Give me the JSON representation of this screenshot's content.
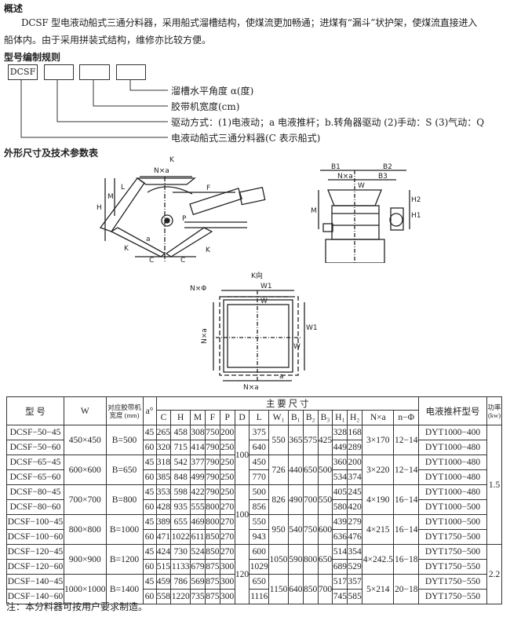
{
  "overview": {
    "heading": "概述",
    "text_line1": "DCSF 型电液动船式三通分料器，采用船式溜槽结构，使煤流更加畅通；进煤有“漏斗”状护架，使煤流直接进入",
    "text_line2": "船体内。由于采用拼装式结构，维修亦比较方便。"
  },
  "model_rule": {
    "heading": "型号编制规则",
    "box1": "DCSF",
    "legend": [
      "溜槽水平角度 α(度)",
      "胶带机宽度(cm)",
      "驱动方式：(1)电液动；a 电液推杆；b.转角器驱动 (2)手动：S (3)气动：Q",
      "电液动船式三通分料器(C 表示船式)"
    ]
  },
  "dimensions": {
    "heading": "外形尺寸及技术参数表",
    "front_labels": [
      "K",
      "N×a",
      "H",
      "M",
      "L",
      "F",
      "P",
      "a",
      "C",
      "C",
      "K",
      "K"
    ],
    "side_labels": [
      "B1",
      "B2",
      "B3",
      "N×a",
      "W",
      "M",
      "H2",
      "H1"
    ],
    "k_view": {
      "title": "K向",
      "labels": [
        "N×Φ",
        "W1",
        "W",
        "N×a",
        "N×a",
        "W",
        "W1",
        "a"
      ]
    }
  },
  "table": {
    "headers": {
      "model": "型  号",
      "w": "W",
      "belt": "对应胶带机宽度 (mm)",
      "angle": "a°",
      "main": "主    要    尺    寸",
      "push_rod": "电液推杆型号",
      "power": "功率(kw)",
      "dims": [
        "C",
        "H",
        "M",
        "F",
        "P",
        "D",
        "L",
        "W₁",
        "B₁",
        "B₂",
        "B₃",
        "H₁",
        "H₂",
        "N×a",
        "n−Φ"
      ]
    },
    "groups": [
      {
        "w": "450×450",
        "belt": "B=500",
        "W1": "550",
        "B1": "365",
        "B2": "575",
        "B3": "425",
        "Na": "3×170",
        "nphi": "12−14",
        "rows": [
          {
            "model": "DCSF−50−45",
            "a": "45",
            "C": "265",
            "H": "458",
            "M": "308",
            "F": "750",
            "P": "200",
            "L": "375",
            "H1": "328",
            "H2": "168",
            "rod": "DYT1000−400"
          },
          {
            "model": "DCSF−50−60",
            "a": "60",
            "C": "320",
            "H": "715",
            "M": "414",
            "F": "790",
            "P": "250",
            "L": "640",
            "H1": "449",
            "H2": "289",
            "rod": "DYT1000−480"
          }
        ]
      },
      {
        "w": "600×600",
        "belt": "B=650",
        "W1": "726",
        "B1": "440",
        "B2": "650",
        "B3": "500",
        "Na": "3×220",
        "nphi": "12−14",
        "rows": [
          {
            "model": "DCSF−65−45",
            "a": "45",
            "C": "318",
            "H": "542",
            "M": "377",
            "F": "790",
            "P": "250",
            "L": "450",
            "H1": "360",
            "H2": "200",
            "rod": "DYT1000−480"
          },
          {
            "model": "DCSF−65−60",
            "a": "60",
            "C": "385",
            "H": "848",
            "M": "499",
            "F": "790",
            "P": "250",
            "L": "770",
            "H1": "534",
            "H2": "374",
            "rod": "DYT1000−480"
          }
        ]
      },
      {
        "w": "700×700",
        "belt": "B=800",
        "W1": "826",
        "B1": "490",
        "B2": "700",
        "B3": "550",
        "Na": "4×190",
        "nphi": "16−14",
        "rows": [
          {
            "model": "DCSF−80−45",
            "a": "45",
            "C": "353",
            "H": "598",
            "M": "422",
            "F": "790",
            "P": "250",
            "L": "500",
            "H1": "405",
            "H2": "245",
            "rod": "DYT1000−480"
          },
          {
            "model": "DCSF−80−60",
            "a": "60",
            "C": "428",
            "H": "935",
            "M": "555",
            "F": "800",
            "P": "270",
            "L": "856",
            "H1": "580",
            "H2": "420",
            "rod": "DYT1000−500"
          }
        ]
      },
      {
        "w": "800×800",
        "belt": "B=1000",
        "W1": "950",
        "B1": "540",
        "B2": "750",
        "B3": "600",
        "Na": "4×215",
        "nphi": "16−14",
        "rows": [
          {
            "model": "DCSF−100−45",
            "a": "45",
            "C": "389",
            "H": "655",
            "M": "469",
            "F": "800",
            "P": "270",
            "L": "550",
            "H1": "439",
            "H2": "279",
            "rod": "DYT1000−500"
          },
          {
            "model": "DCSF−100−60",
            "a": "60",
            "C": "471",
            "H": "1022",
            "M": "611",
            "F": "850",
            "P": "270",
            "L": "943",
            "H1": "636",
            "H2": "476",
            "rod": "DYT1750−500"
          }
        ]
      },
      {
        "w": "900×900",
        "belt": "B=1200",
        "W1": "1050",
        "B1": "590",
        "B2": "800",
        "B3": "650",
        "Na": "4×242.5",
        "nphi": "16−18",
        "rows": [
          {
            "model": "DCSF−120−45",
            "a": "45",
            "C": "424",
            "H": "730",
            "M": "524",
            "F": "850",
            "P": "270",
            "L": "600",
            "H1": "514",
            "H2": "354",
            "rod": "DYT1750−500"
          },
          {
            "model": "DCSF−120−60",
            "a": "60",
            "C": "515",
            "H": "1133",
            "M": "679",
            "F": "875",
            "P": "300",
            "L": "1029",
            "H1": "689",
            "H2": "529",
            "rod": "DYT1750−550"
          }
        ]
      },
      {
        "w": "1000×1000",
        "belt": "B=1400",
        "W1": "1150",
        "B1": "640",
        "B2": "850",
        "B3": "700",
        "Na": "5×214",
        "nphi": "20−18",
        "rows": [
          {
            "model": "DCSF−140−45",
            "a": "45",
            "C": "459",
            "H": "786",
            "M": "569",
            "F": "875",
            "P": "300",
            "L": "650",
            "H1": "517",
            "H2": "357",
            "rod": "DYT1750−550"
          },
          {
            "model": "DCSF−140−60",
            "a": "60",
            "C": "558",
            "H": "1220",
            "M": "735",
            "F": "875",
            "P": "300",
            "L": "1116",
            "H1": "745",
            "H2": "585",
            "rod": "DYT1750−550"
          }
        ]
      }
    ],
    "d_values": [
      {
        "value": "100",
        "rows": 4
      },
      {
        "value": "100",
        "rows": 4
      },
      {
        "value": "120",
        "rows": 4
      }
    ],
    "power_values": [
      {
        "value": "1.5",
        "rows": 8
      },
      {
        "value": "2.2",
        "rows": 4
      }
    ]
  },
  "note": "注：本分料器可按用户要求制造。"
}
